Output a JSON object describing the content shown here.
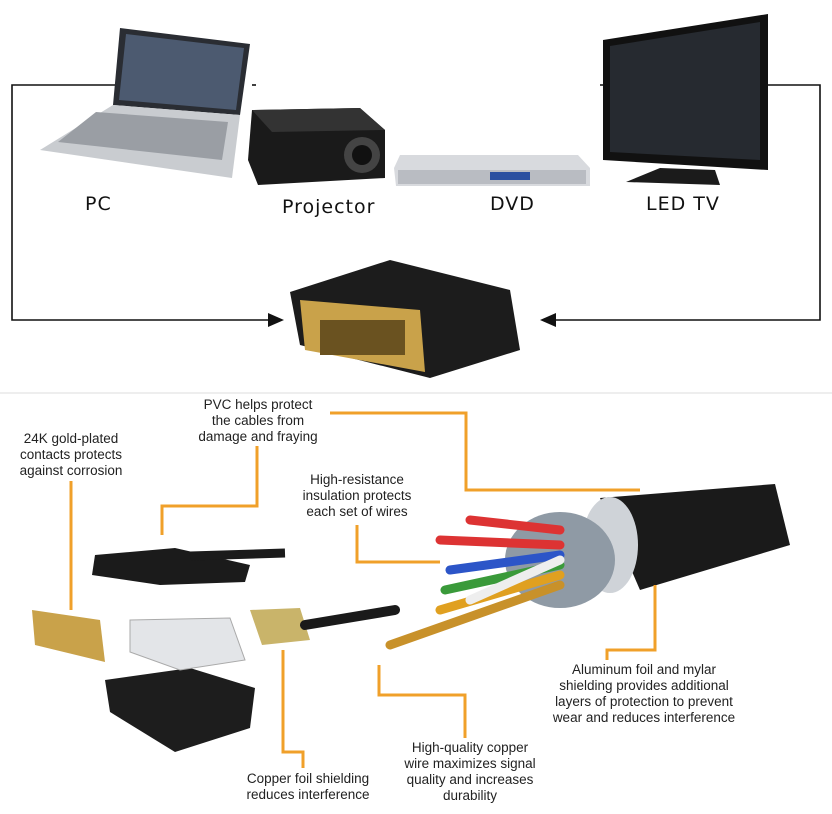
{
  "devices": [
    {
      "label": "PC",
      "icon": "laptop-icon"
    },
    {
      "label": "Projector",
      "icon": "projector-icon"
    },
    {
      "label": "DVD",
      "icon": "dvd-player-icon"
    },
    {
      "label": "LED TV",
      "icon": "tv-icon"
    }
  ],
  "center_device": "dvi-hdmi-adapter-icon",
  "callouts": {
    "pvc": [
      "PVC helps protect",
      "the cables from",
      "damage and fraying"
    ],
    "gold": [
      "24K gold-plated",
      "contacts protects",
      "against corrosion"
    ],
    "insulation": [
      "High-resistance",
      "insulation protects",
      "each set of wires"
    ],
    "aluminum": [
      "Aluminum foil and mylar",
      "shielding provides additional",
      "layers of protection to prevent",
      "wear and reduces interference"
    ],
    "copper_wire": [
      "High-quality copper",
      "wire maximizes signal",
      "quality and increases",
      "durability"
    ],
    "copper_foil": [
      "Copper foil shielding",
      "reduces interference"
    ]
  },
  "colors": {
    "callout_line": "#f0a02a",
    "loop_line": "#111111",
    "gold": "#c9a24a"
  }
}
